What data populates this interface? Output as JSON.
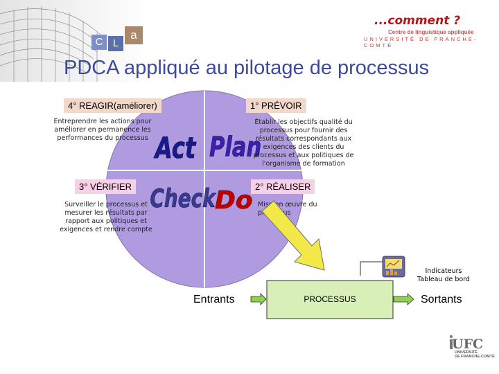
{
  "header": {
    "tagline": "...comment ?",
    "cla_letters": [
      "C",
      "L",
      "a"
    ],
    "cla_subtitle": "Centre de linguistique appliquée",
    "university_line": "UNIVERSITÉ DE FRANCHE-COMTÉ"
  },
  "title": "PDCA appliqué au pilotage de processus",
  "quadrants": {
    "act": {
      "label": "4° REAGIR(améliorer)",
      "word": "Act",
      "description": "Entreprendre les actions pour améliorer en permanence les performances du processus"
    },
    "plan": {
      "label": "1° PRÉVOIR",
      "word": "Plan",
      "description": "Établir les objectifs qualité du processus pour fournir des résultats correspondants aux exigences des clients du processus et aux politiques de l'organisme de formation"
    },
    "check": {
      "label": "3° VÉRIFIER",
      "word": "Check",
      "description": "Surveiller le processus et mesurer les résultats par rapport aux politiques et exigences et rendre compte"
    },
    "do": {
      "label": "2° RÉALISER",
      "word": "Do",
      "description": "Mise en œuvre du processus"
    }
  },
  "indicators": {
    "line1": "Indicateurs",
    "line2": "Tableau de bord"
  },
  "process": {
    "entrants": "Entrants",
    "process_label": "PROCESSUS",
    "sortants": "Sortants"
  },
  "footer_logo": {
    "name": "UFC",
    "line1": "UNIVERSITÉ",
    "line2": "DE FRANCHE-COMTÉ"
  },
  "colors": {
    "circle": "#b09be0",
    "title": "#3d4a9c",
    "plan_word": "#3a20b0",
    "act_word": "#1a1a8c",
    "check_word": "#3a3a90",
    "do_word": "#c00000",
    "process_box": "#d8f0b8",
    "arrow_green": "#8fd050",
    "arrow_yellow": "#f2e848"
  }
}
